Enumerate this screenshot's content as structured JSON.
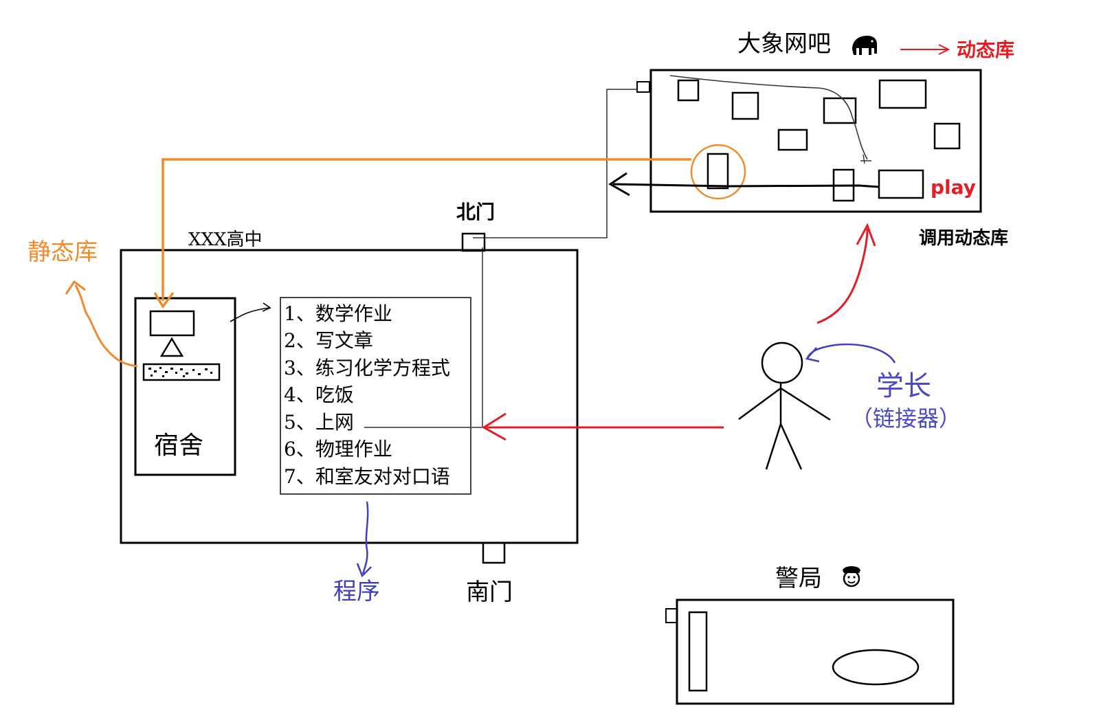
{
  "colors": {
    "ink": "#000000",
    "orange": "#f08a2a",
    "red": "#e51c23",
    "blue": "#3f3fc0",
    "static_lib_label": "#f08a2a",
    "dynamic_lib_label": "#e51c23",
    "linker_label": "#4a4ac8"
  },
  "labels": {
    "internet_cafe": "大象网吧",
    "dynamic_library": "动态库",
    "play": "play",
    "call_dynamic_library": "调用动态库",
    "north_gate": "北门",
    "school": "XXX高中",
    "static_library": "静态库",
    "dormitory": "宿舍",
    "senior": "学长",
    "linker": "（链接器）",
    "program": "程序",
    "south_gate": "南门",
    "police_station": "警局"
  },
  "icons": {
    "internet_cafe": "elephant-icon",
    "police_station": "police-officer-icon"
  },
  "task_list": [
    "1、数学作业",
    "2、写文章",
    "3、练习化学方程式",
    "4、吃饭",
    "5、上网",
    "6、物理作业",
    "7、和室友对对口语"
  ]
}
